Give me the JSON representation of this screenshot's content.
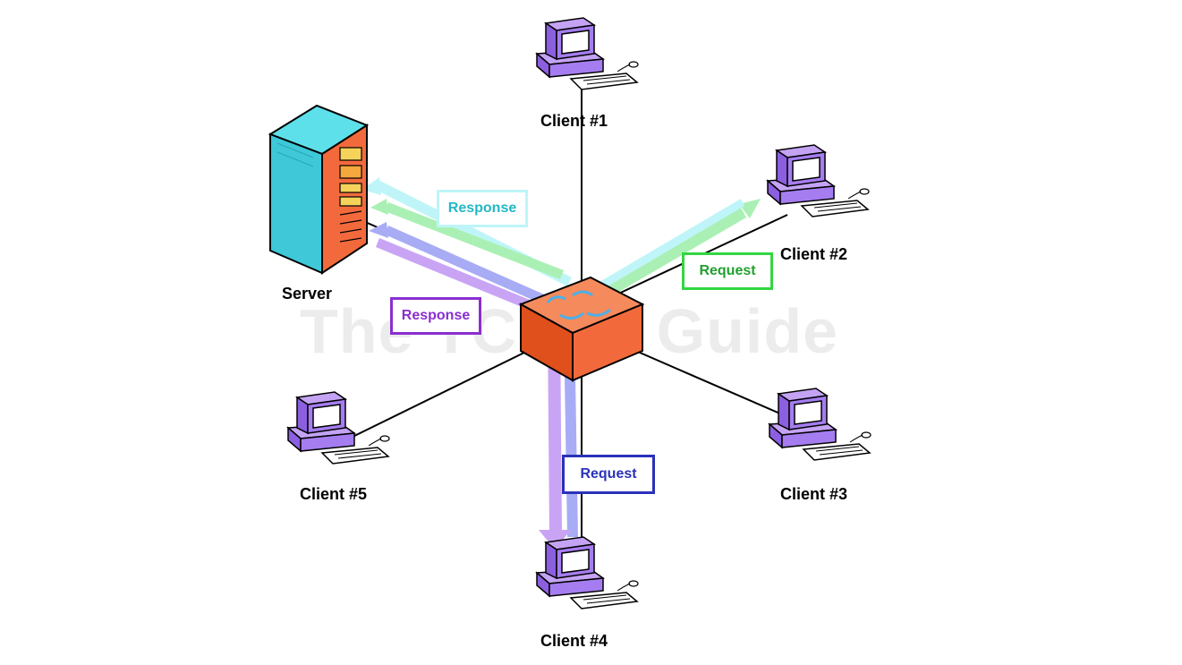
{
  "watermark": "The TCP/IP Guide",
  "nodes": {
    "server": "Server",
    "client1": "Client #1",
    "client2": "Client #2",
    "client3": "Client #3",
    "client4": "Client #4",
    "client5": "Client #5"
  },
  "arrow_labels": {
    "response_cyan": "Response",
    "request_green": "Request",
    "response_purple": "Response",
    "request_blue": "Request"
  },
  "colors": {
    "cyan_flow": "#bff5f8",
    "cyan_text": "#22b8c4",
    "green_flow": "#aaf0b4",
    "green_text": "#22a02e",
    "purple_flow": "#c9a4f5",
    "purple_text": "#8a2fd0",
    "blue_flow": "#a8acf5",
    "blue_text": "#2a32b8",
    "hub": "#f26a3c",
    "computer": "#9b6fe8"
  }
}
